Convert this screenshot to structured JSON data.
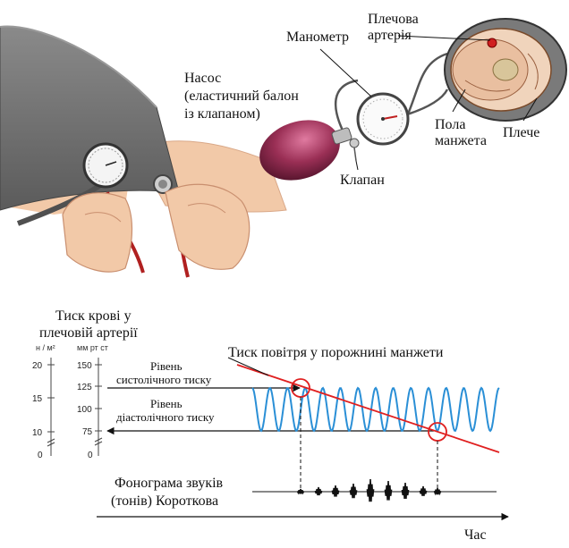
{
  "labels": {
    "manometer": "Манометр",
    "brachial_artery_line1": "Плечова",
    "brachial_artery_line2": "артерія",
    "pump_line1": "Насос",
    "pump_line2": "(еластичний балон",
    "pump_line3": "із клапаном)",
    "cuff_sides_line1": "Пола",
    "cuff_sides_line2": "манжета",
    "shoulder": "Плече",
    "valve": "Клапан"
  },
  "graph": {
    "title_line1": "Тиск крові у",
    "title_line2": "плечовій артерії",
    "unit_left": "н / м²",
    "unit_right": "мм рт ст",
    "ticks_left": [
      "20",
      "15",
      "10",
      "0"
    ],
    "ticks_right": [
      "150",
      "125",
      "100",
      "75",
      "0"
    ],
    "cuff_pressure_label": "Тиск повітря у порожнині манжети",
    "systolic_line1": "Рівень",
    "systolic_line2": "систолічного тиску",
    "diastolic_line1": "Рівень",
    "diastolic_line2": "діастолічного тиску",
    "phonogram_line1": "Фонограма звуків",
    "phonogram_line2": "(тонів) Короткова",
    "time_label": "Час"
  },
  "colors": {
    "wave": "#2a8fd6",
    "cuff_line": "#e02020",
    "cuff_band": "#6e6e6e",
    "bulb": "#8a2a4a",
    "skin": "#f2c9a8"
  },
  "icons": [
    "blood-pressure-cuff-illustration",
    "manometer-gauge-icon",
    "rubber-bulb-pump-icon",
    "arm-cross-section-icon",
    "stethoscope-icon"
  ]
}
